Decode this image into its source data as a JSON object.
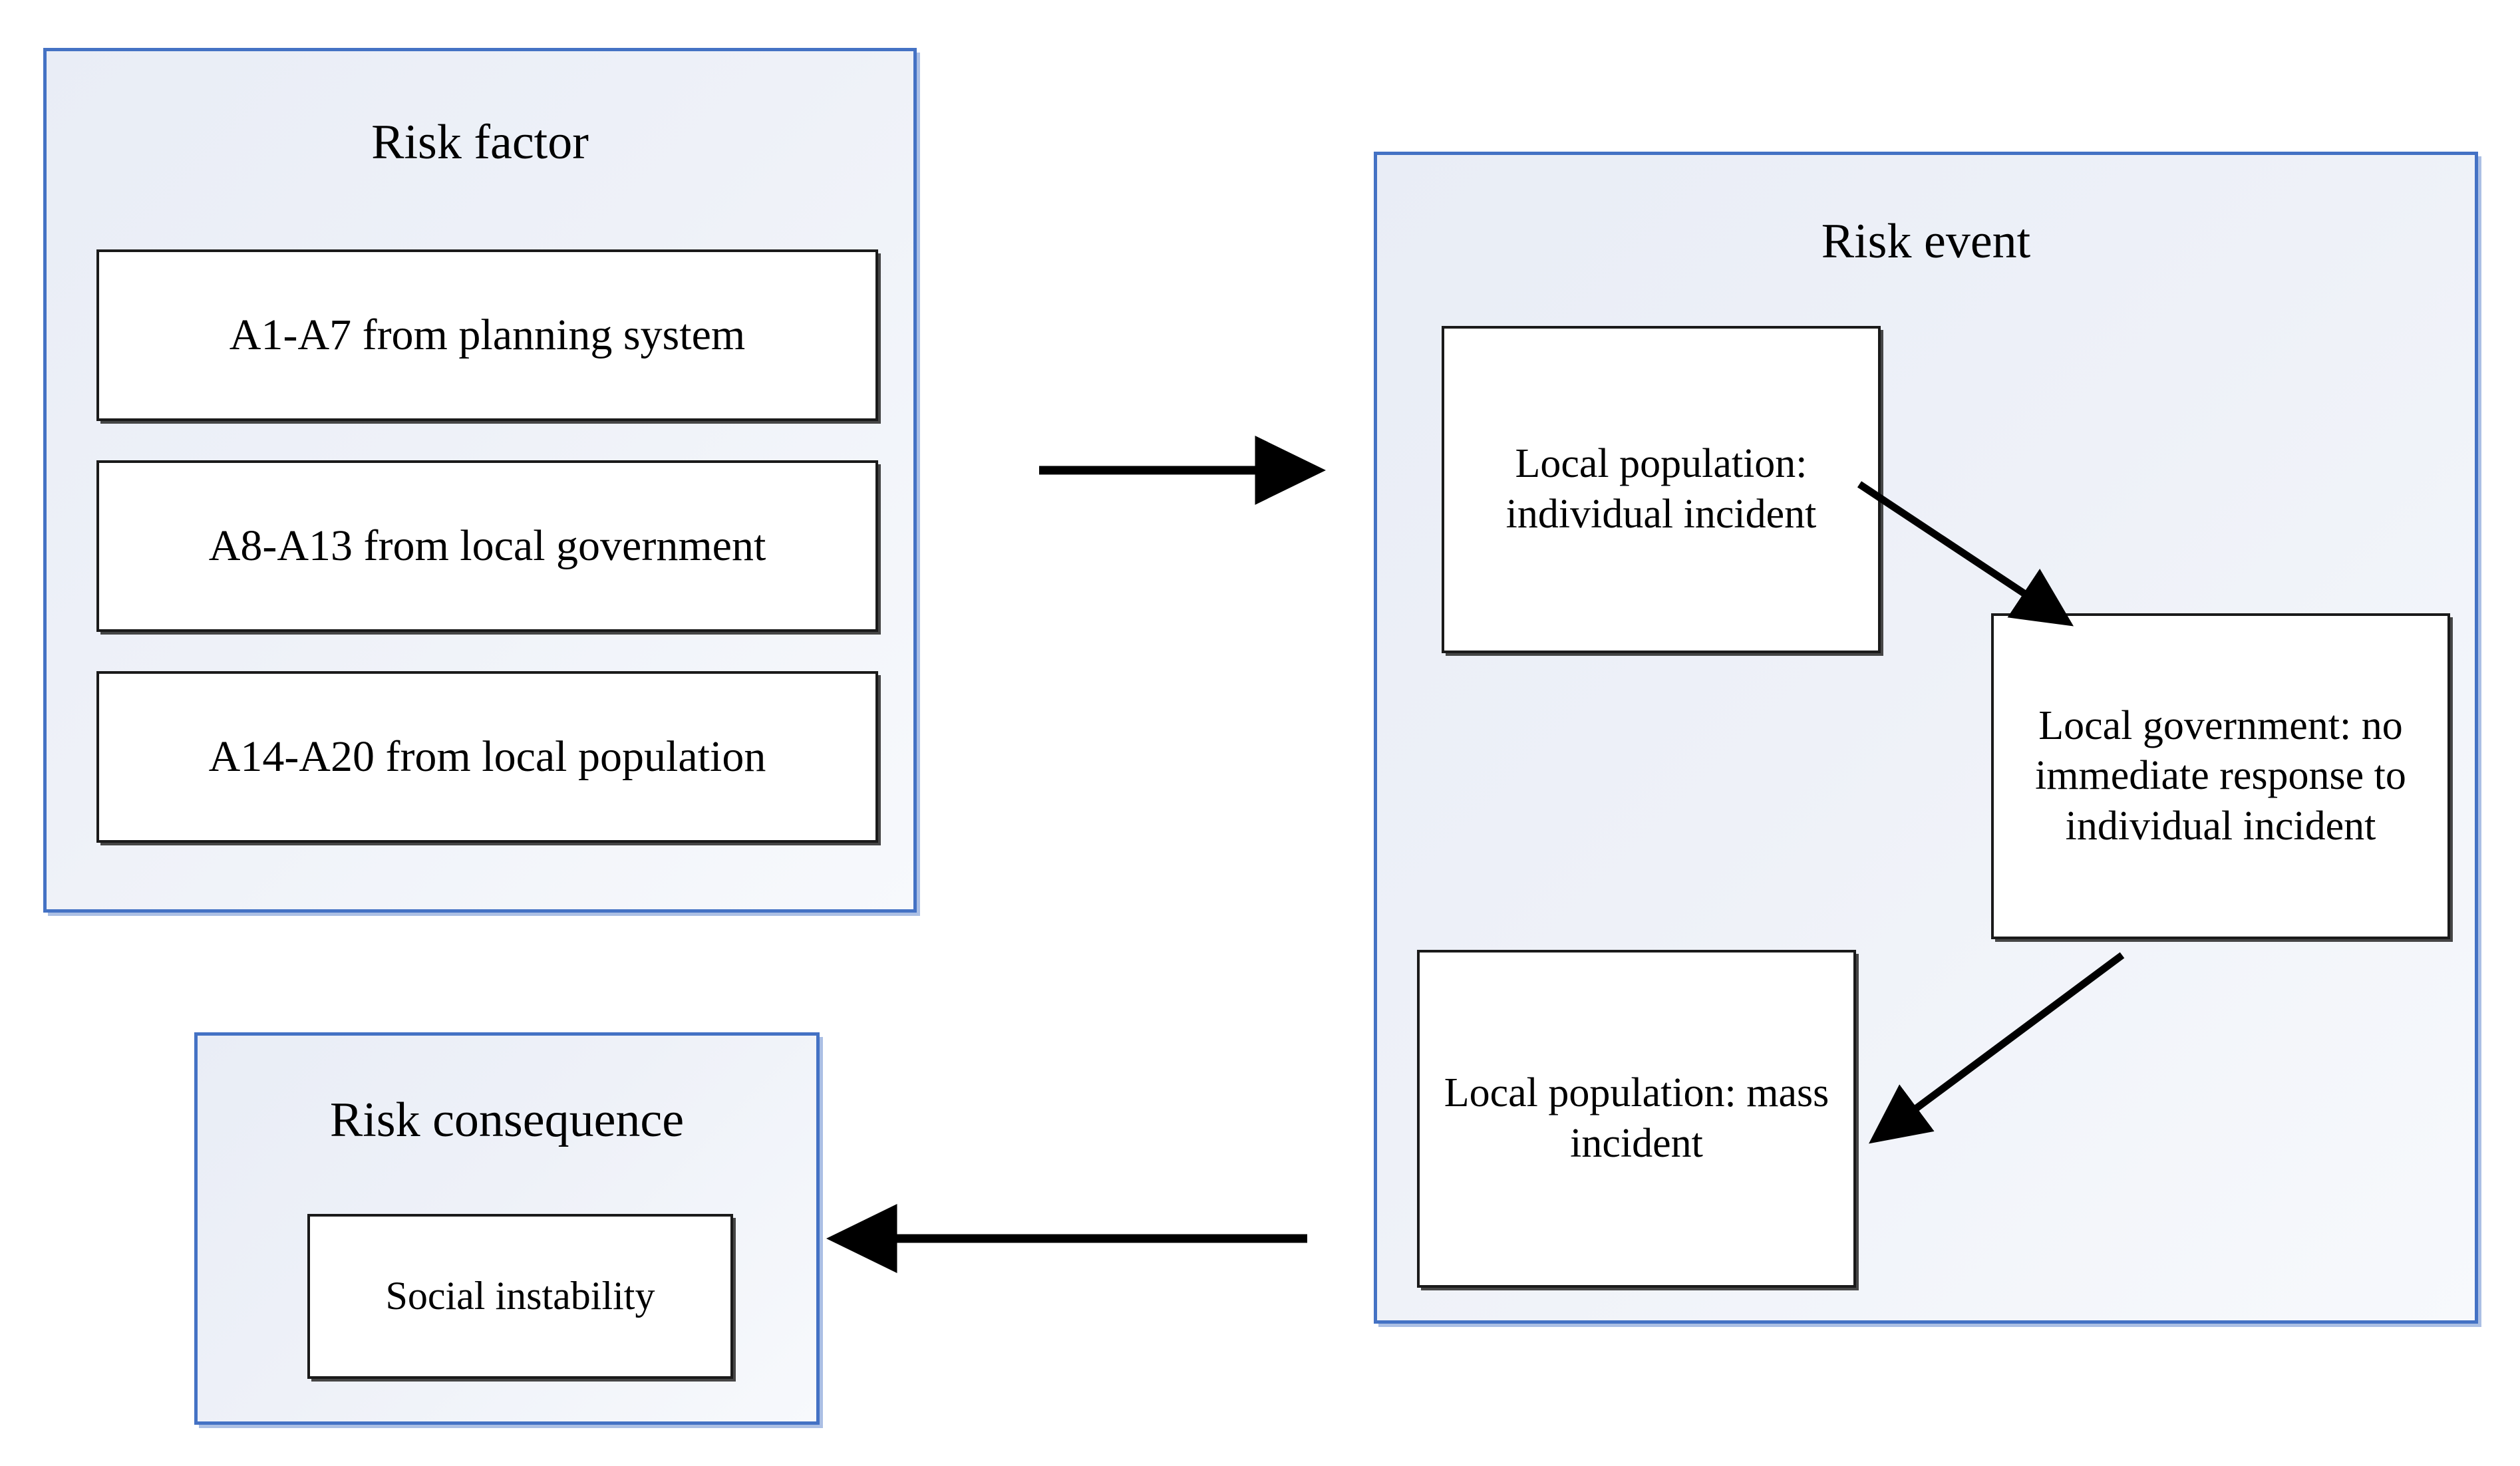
{
  "diagram": {
    "title_implicit": "",
    "colors": {
      "panel_border": "#4472C4",
      "panel_fill_start": "#e9edf6",
      "panel_fill_end": "#f7f9fc",
      "node_border": "#1a1a1a",
      "node_fill": "#ffffff",
      "arrow": "#000000",
      "text": "#000000"
    }
  },
  "panels": {
    "risk_factor": {
      "title": "Risk factor",
      "nodes": [
        {
          "label": "A1-A7  from planning system"
        },
        {
          "label": "A8-A13 from local government"
        },
        {
          "label": "A14-A20 from local population"
        }
      ]
    },
    "risk_event": {
      "title": "Risk event",
      "nodes": [
        {
          "label": "Local population: individual incident"
        },
        {
          "label": "Local government: no immediate response to individual incident"
        },
        {
          "label": "Local population: mass incident"
        }
      ]
    },
    "risk_consequence": {
      "title": "Risk consequence",
      "nodes": [
        {
          "label": "Social instability"
        }
      ]
    }
  },
  "connections": [
    {
      "name": "risk-factor-to-risk-event",
      "from": "Risk factor",
      "to": "Risk event",
      "direction": "right"
    },
    {
      "name": "individual-incident-to-local-government",
      "from": "Local population: individual incident",
      "to": "Local government: no immediate response to individual incident",
      "direction": "down-right"
    },
    {
      "name": "local-government-to-mass-incident",
      "from": "Local government: no immediate response to individual incident",
      "to": "Local population: mass incident",
      "direction": "down-left"
    },
    {
      "name": "risk-event-to-risk-consequence",
      "from": "Risk event",
      "to": "Risk consequence",
      "direction": "left"
    }
  ]
}
